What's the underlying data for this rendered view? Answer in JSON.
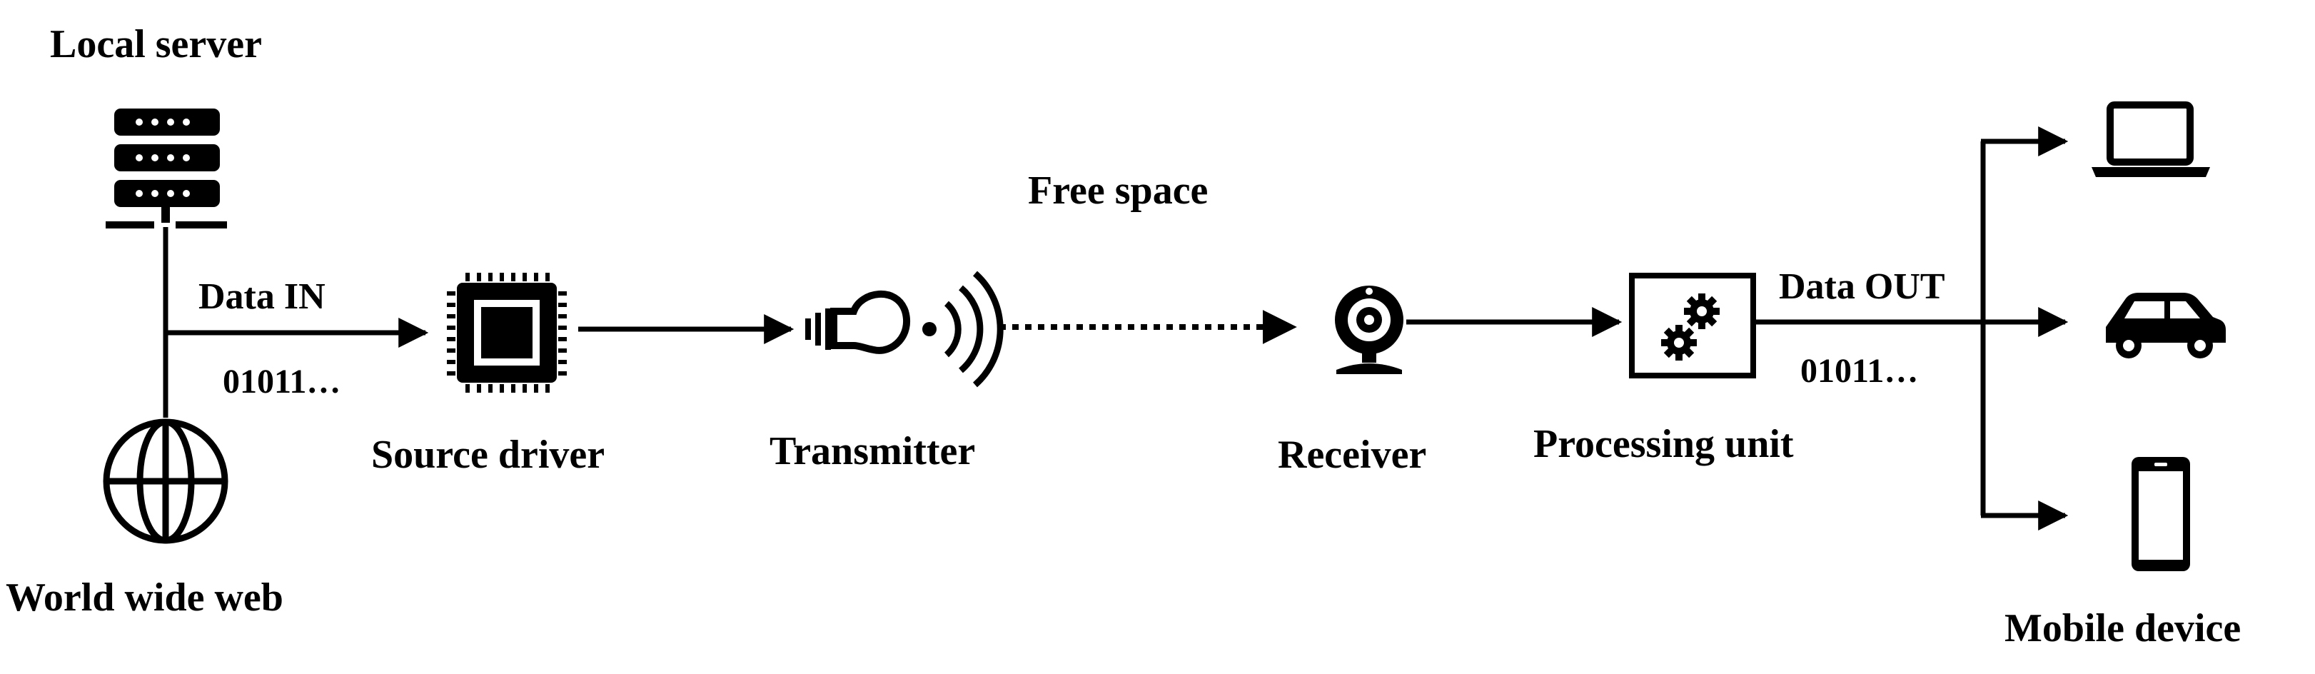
{
  "nodes": {
    "local_server": "Local server",
    "world_wide_web": "World wide web",
    "source_driver": "Source driver",
    "transmitter": "Transmitter",
    "free_space": "Free space",
    "receiver": "Receiver",
    "processing_unit": "Processing unit",
    "mobile_device": "Mobile device"
  },
  "edges": {
    "data_in": "Data IN",
    "data_in_bits": "01011…",
    "data_out": "Data OUT",
    "data_out_bits": "01011…"
  },
  "icons": {
    "server": "server-rack-icon",
    "globe": "globe-icon",
    "chip": "microchip-icon",
    "light_source": "light-bulb-transmitter-icon",
    "signal": "wireless-signal-icon",
    "webcam": "webcam-receiver-icon",
    "gears": "gears-icon",
    "laptop": "laptop-icon",
    "car": "car-icon",
    "phone": "smartphone-icon"
  },
  "colors": {
    "ink": "#000000",
    "background": "#ffffff"
  }
}
